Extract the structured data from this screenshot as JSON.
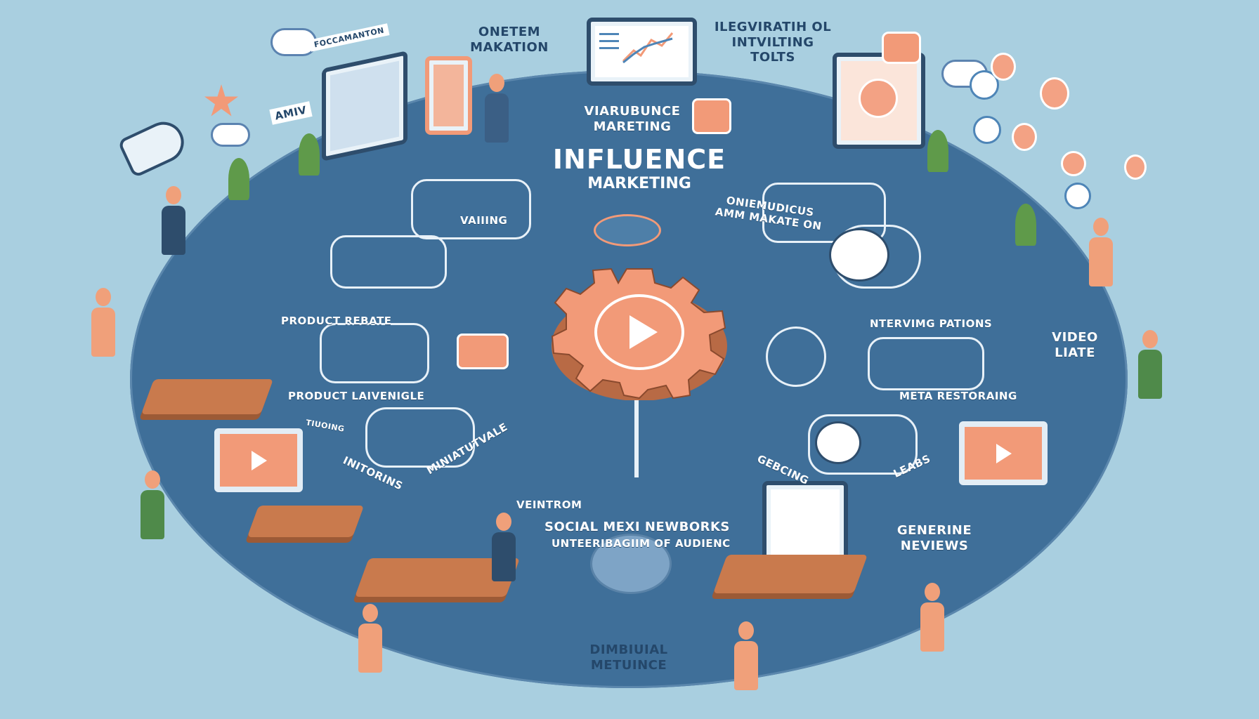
{
  "title": {
    "main": "INFLUENCE",
    "sub": "MARKETING"
  },
  "labels": {
    "top_left_banner": "FOCCAMANTON",
    "top_left_small": "AMIV",
    "onetem": "ONETEM MAKATION",
    "ilegviratih": "ILEGVIRATIH OL INTVILTING TOLTS",
    "viarubunce": "VIARUBUNCE MARETING",
    "vaiiing": "VAIIING",
    "oniemudicus": "ONIEMUDICUS AMM MAKATE ON",
    "product_rebate": "PRODUCT REBATE",
    "product_laivenigle": "PRODUCT LAIVENIGLE",
    "tiuoing": "TIUOING",
    "intervimg_pations": "NTERVIMG PATIONS",
    "meta_restoraing": "META RESTORAING",
    "video_liate": "VIDEO LIATE",
    "initorins": "INITORINS",
    "miniatutvale": "MINIATUTVALE",
    "gebcing": "GEBCING",
    "leabs": "LEABS",
    "veintrom": "VEINTROM",
    "social_networks": "SOCIAL MEXI NEWBORKS",
    "audience": "UNTEERIBAGIIM OF AUDIENC",
    "dimbiuial": "DIMBIUIAL METUINCE",
    "generine_nevews": "GENERINE NEVIEWS"
  },
  "colors": {
    "background": "#a9cfe0",
    "ellipse": "#3f6f99",
    "accent": "#f29a78",
    "line": "#e8f1f8"
  },
  "icons": [
    "gear-play-icon",
    "mail-icon",
    "heart-icon",
    "target-icon",
    "chart-monitor-icon",
    "camera-icon",
    "cloud-icon",
    "megaphone-icon"
  ]
}
